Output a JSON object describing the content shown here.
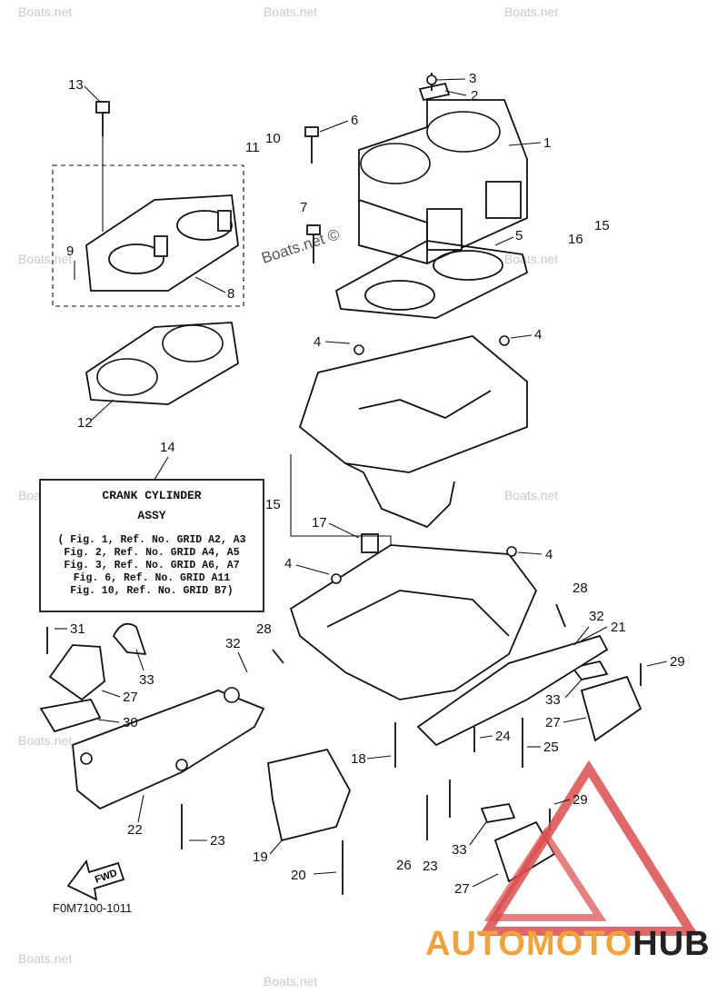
{
  "watermarks": [
    "Boats.net",
    "Boats.net",
    "Boats.net",
    "Boats.net",
    "Boats.net",
    "Boats.net",
    "Boats.net",
    "Boats.net",
    "Boats.net",
    "Boats.net",
    "Boats.net ©"
  ],
  "callouts": [
    "1",
    "2",
    "3",
    "4",
    "4",
    "4",
    "4",
    "5",
    "6",
    "7",
    "8",
    "9",
    "10",
    "11",
    "12",
    "13",
    "14",
    "15",
    "15",
    "16",
    "17",
    "18",
    "19",
    "20",
    "21",
    "22",
    "23",
    "23",
    "24",
    "25",
    "26",
    "27",
    "27",
    "27",
    "28",
    "28",
    "29",
    "29",
    "30",
    "31",
    "32",
    "32",
    "33",
    "33",
    "33"
  ],
  "assy_box": {
    "title": "CRANK CYLINDER",
    "subtitle": "ASSY",
    "refs": [
      "( Fig. 1, Ref. No. GRID A2, A3",
      "Fig. 2, Ref. No. GRID A4, A5",
      "Fig. 3, Ref. No. GRID A6, A7",
      "Fig. 6, Ref. No. GRID A11",
      "Fig. 10, Ref. No. GRID B7)"
    ]
  },
  "fwd_label": "FWD",
  "figure_code": "F0M7100-1011",
  "logo": {
    "part1": "AUTOMOTO",
    "part2": "HUB",
    "accent_color": "#f0a33c",
    "triangle_color": "#d94d4d",
    "dark_color": "#222222"
  }
}
